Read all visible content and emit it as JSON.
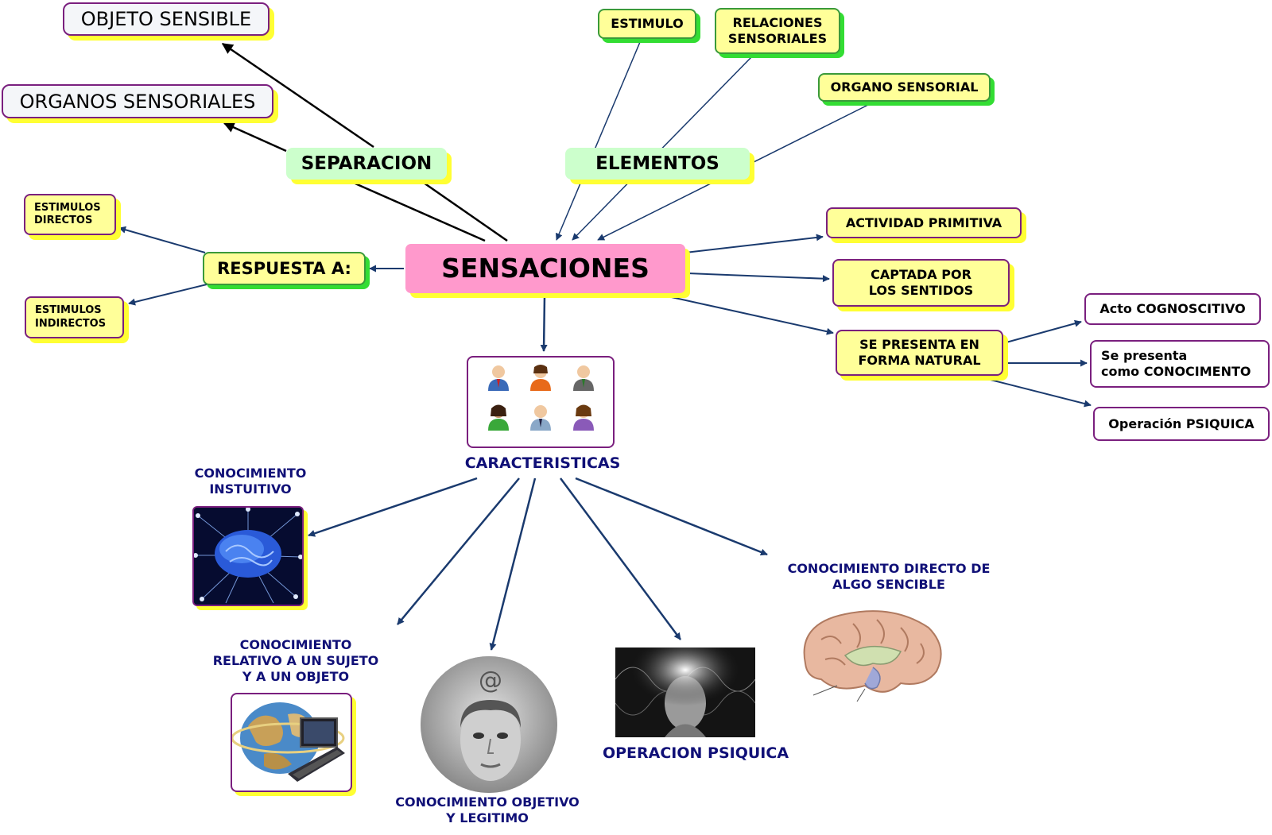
{
  "center": "SENSACIONES",
  "branches": {
    "separacion": "SEPARACION",
    "elementos": "ELEMENTOS",
    "respuesta": "RESPUESTA A:"
  },
  "separacion_items": [
    "OBJETO SENSIBLE",
    "ORGANOS SENSORIALES"
  ],
  "elementos_items": [
    "ESTIMULO",
    "RELACIONES\nSENSORIALES",
    "ORGANO SENSORIAL"
  ],
  "respuesta_items": [
    "ESTIMULOS\nDIRECTOS",
    "ESTIMULOS\nINDIRECTOS"
  ],
  "right_items": [
    "ACTIVIDAD PRIMITIVA",
    "CAPTADA POR\nLOS SENTIDOS",
    "SE PRESENTA EN\nFORMA NATURAL"
  ],
  "natural_items": [
    "Acto COGNOSCITIVO",
    "Se presenta\ncomo CONOCIMENTO",
    "Operación PSIQUICA"
  ],
  "caracteristicas": "CARACTERISTICAS",
  "characteristics": [
    "CONOCIMIENTO\nINSTUITIVO",
    "CONOCIMIENTO\nRELATIVO A UN SUJETO\nY A UN OBJETO",
    "CONOCIMIENTO OBJETIVO\nY LEGITIMO",
    "OPERACION PSIQUICA",
    "CONOCIMIENTO DIRECTO DE\nALGO SENCIBLE"
  ],
  "colors": {
    "center_fill": "#ff99cc",
    "box_yellow": "#ffff99",
    "box_mint": "#ccffcc",
    "border_purple": "#7a1f7e",
    "arrow_navy": "#1a3a6e",
    "label_navy": "#101077"
  }
}
